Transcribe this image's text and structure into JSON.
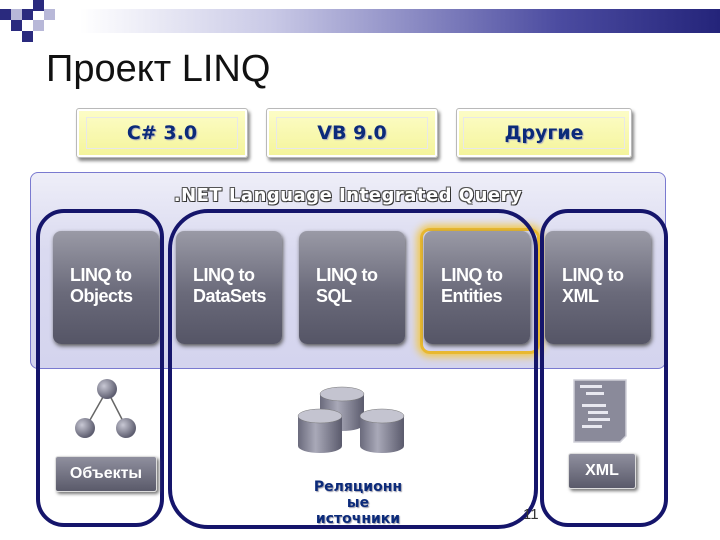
{
  "slide": {
    "title": "Проект LINQ",
    "page_number": "11"
  },
  "languages": [
    "C# 3.0",
    "VB 9.0",
    "Другие"
  ],
  "net_panel_title": ".NET Language Integrated Query",
  "providers": [
    "LINQ to\nObjects",
    "LINQ to\nDataSets",
    "LINQ to\nSQL",
    "LINQ to\nEntities",
    "LINQ to\nXML"
  ],
  "sources": {
    "objects_label": "Объекты",
    "relational_label": "Реляционн\nые\nисточники",
    "xml_label": "XML"
  },
  "colors": {
    "frame": "#15156b",
    "language_text": "#0b2a7a",
    "language_bg": "#f4f49a",
    "highlight": "#e8b830"
  },
  "icons": {
    "objects": "object-graph-icon",
    "relational": "database-cylinders-icon",
    "xml": "xml-document-icon"
  }
}
